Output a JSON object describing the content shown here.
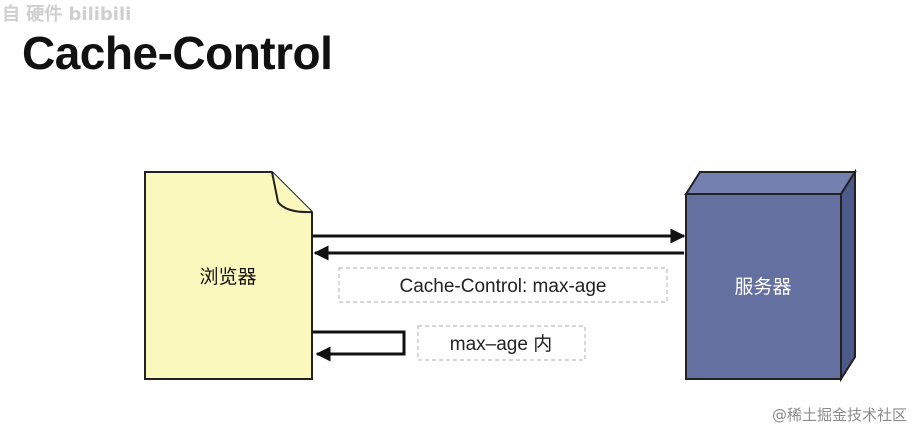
{
  "title": "Cache-Control",
  "watermarks": {
    "corner": "自 硬件 bilibili",
    "footer": "@稀土掘金技术社区"
  },
  "nodes": {
    "browser": {
      "label": "浏览器",
      "fill": "#fbf8bd"
    },
    "server": {
      "label": "服务器",
      "fill": "#6471a0"
    }
  },
  "messages": {
    "response_header": "Cache-Control: max-age",
    "within": "max–age 内"
  }
}
